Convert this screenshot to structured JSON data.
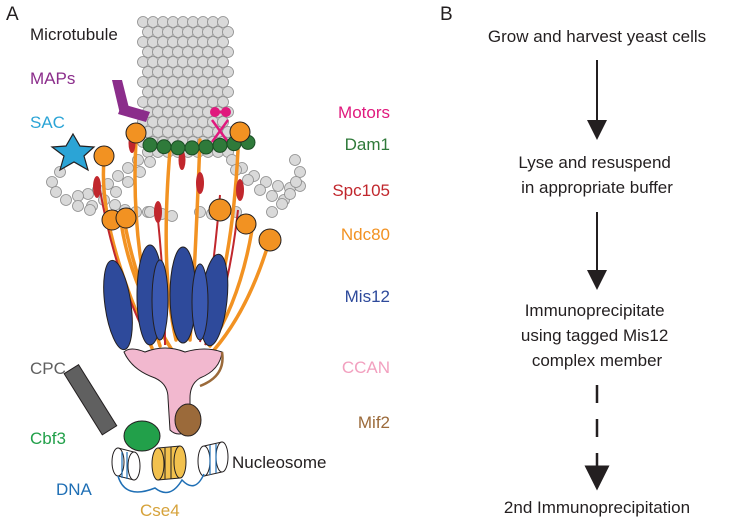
{
  "panels": {
    "a": "A",
    "b": "B"
  },
  "colors": {
    "microtubule": "#d9d9d9",
    "maps": "#8b2d8b",
    "sac": "#2ba4d6",
    "motors": "#e0197d",
    "dam1": "#2f7a3a",
    "spc105": "#c1272d",
    "ndc80": "#f29222",
    "mis12": "#2e4a9b",
    "ccan": "#f2b8cf",
    "mif2": "#9b6a3a",
    "cpc": "#606060",
    "cbf3": "#22a04a",
    "dna": "#1f6fb5",
    "cse4": "#f2c14e",
    "text": "#231f20"
  },
  "labels": {
    "microtubule": "Microtubule",
    "maps": "MAPs",
    "sac": "SAC",
    "motors": "Motors",
    "dam1": "Dam1",
    "spc105": "Spc105",
    "ndc80": "Ndc80",
    "mis12": "Mis12",
    "ccan": "CCAN",
    "mif2": "Mif2",
    "cpc": "CPC",
    "cbf3": "Cbf3",
    "nucleosome": "Nucleosome",
    "dna": "DNA",
    "cse4": "Cse4"
  },
  "workflow": {
    "steps": [
      {
        "lines": [
          "Grow and harvest yeast cells"
        ]
      },
      {
        "lines": [
          "Lyse and resuspend",
          "in appropriate buffer"
        ]
      },
      {
        "lines": [
          "Immunoprecipitate",
          "using tagged Mis12",
          "complex member"
        ]
      },
      {
        "lines": [
          "2nd Immunoprecipitation"
        ]
      }
    ]
  }
}
